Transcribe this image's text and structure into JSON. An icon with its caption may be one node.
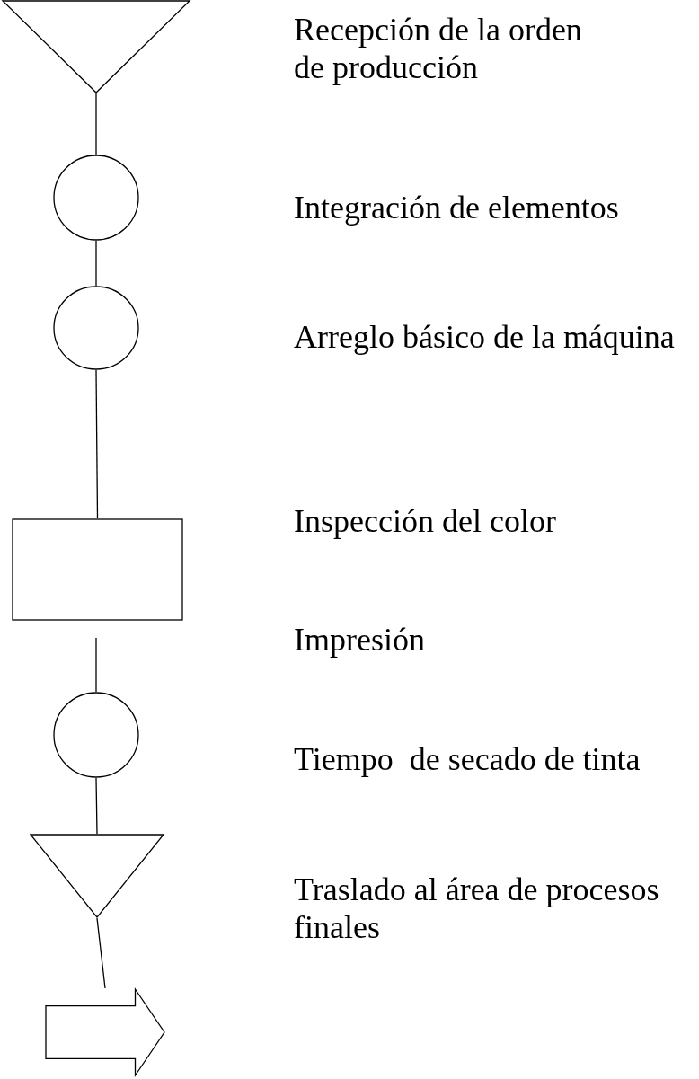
{
  "diagram": {
    "nodes": [
      {
        "text": [],
        "shape": "triangle"
      },
      {
        "text": [],
        "shape": "circle"
      },
      {
        "text": [],
        "shape": "circle"
      },
      {
        "text": [],
        "shape": "box"
      },
      {
        "text": [],
        "shape": "circle"
      },
      {
        "text": [],
        "shape": "triangle"
      },
      {
        "text": [],
        "shape": "arrow"
      }
    ],
    "edges": [
      {
        "from": 0,
        "to": 1,
        "arrow": "none"
      },
      {
        "from": 1,
        "to": 2,
        "arrow": "none"
      },
      {
        "from": 2,
        "to": 3,
        "arrow": "none"
      },
      {
        "from": null,
        "to": 4,
        "arrow": "none"
      },
      {
        "from": 4,
        "to": 5,
        "arrow": "none"
      },
      {
        "from": 5,
        "to": 6,
        "arrow": "none"
      }
    ],
    "labels": [
      "Recepción de la orden de producción",
      "Integración de elementos",
      "Arreglo básico de la máquina",
      "Inspección del color",
      "Impresión",
      "Tiempo  de secado de tinta",
      "Traslado al área de procesos finales"
    ]
  }
}
